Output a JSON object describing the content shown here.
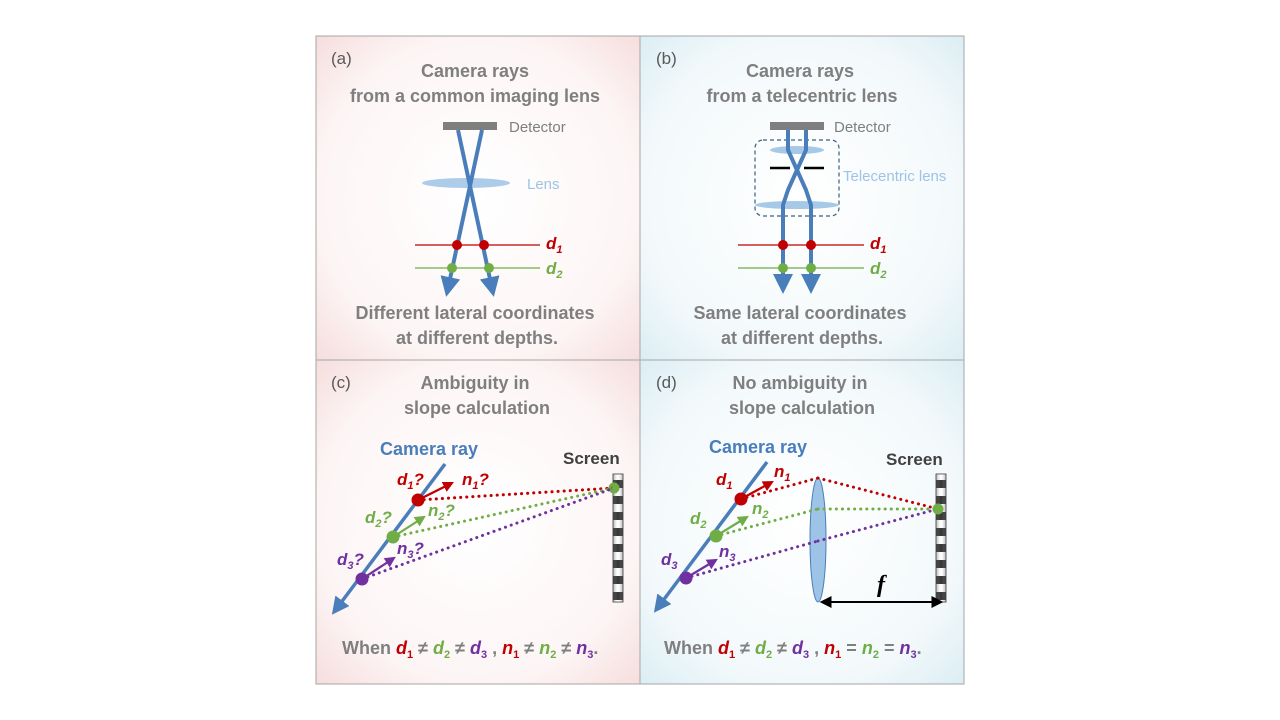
{
  "panels": {
    "a": {
      "letter": "(a)",
      "title_line1": "Camera rays",
      "title_line2": "from a common imaging lens",
      "detector_label": "Detector",
      "lens_label": "Lens",
      "d1": "d",
      "d1_sub": "1",
      "d2": "d",
      "d2_sub": "2",
      "caption_line1": "Different lateral coordinates",
      "caption_line2": "at different depths."
    },
    "b": {
      "letter": "(b)",
      "title_line1": "Camera rays",
      "title_line2": "from a telecentric lens",
      "detector_label": "Detector",
      "lens_label": "Telecentric lens",
      "d1": "d",
      "d1_sub": "1",
      "d2": "d",
      "d2_sub": "2",
      "caption_line1": "Same lateral coordinates",
      "caption_line2": "at different depths."
    },
    "c": {
      "letter": "(c)",
      "title_line1": "Ambiguity in",
      "title_line2": "slope calculation",
      "camera_ray": "Camera ray",
      "screen": "Screen",
      "d1": "d",
      "d1_sub": "1",
      "d1_q": "?",
      "d2": "d",
      "d2_sub": "2",
      "d2_q": "?",
      "d3": "d",
      "d3_sub": "3",
      "d3_q": "?",
      "n1": "n",
      "n1_sub": "1",
      "n1_q": "?",
      "n2": "n",
      "n2_sub": "2",
      "n2_q": "?",
      "n3": "n",
      "n3_sub": "3",
      "n3_q": "?",
      "caption": {
        "when": "When ",
        "d1": "d",
        "d1_sub": "1",
        "ne1": " ≠ ",
        "d2": "d",
        "d2_sub": "2",
        "ne2": " ≠ ",
        "d3": "d",
        "d3_sub": "3",
        "sep": " , ",
        "n1": "n",
        "n1_sub": "1",
        "op1": " ≠ ",
        "n2": "n",
        "n2_sub": "2",
        "op2": " ≠ ",
        "n3": "n",
        "n3_sub": "3",
        "end": "."
      }
    },
    "d": {
      "letter": "(d)",
      "title_line1": "No ambiguity in",
      "title_line2": "slope calculation",
      "camera_ray": "Camera ray",
      "screen": "Screen",
      "focal": "f",
      "d1": "d",
      "d1_sub": "1",
      "d2": "d",
      "d2_sub": "2",
      "d3": "d",
      "d3_sub": "3",
      "n1": "n",
      "n1_sub": "1",
      "n2": "n",
      "n2_sub": "2",
      "n3": "n",
      "n3_sub": "3",
      "caption": {
        "when": "When ",
        "d1": "d",
        "d1_sub": "1",
        "ne1": " ≠ ",
        "d2": "d",
        "d2_sub": "2",
        "ne2": " ≠ ",
        "d3": "d",
        "d3_sub": "3",
        "sep": " , ",
        "n1": "n",
        "n1_sub": "1",
        "op1": " = ",
        "n2": "n",
        "n2_sub": "2",
        "op2": " = ",
        "n3": "n",
        "n3_sub": "3",
        "end": "."
      }
    }
  },
  "colors": {
    "ray": "#4a7ebb",
    "d1_red": "#c00000",
    "d2_green": "#70ad47",
    "d3_purple": "#7030a0",
    "lens_blue": "#9dc3e6",
    "detector_gray": "#7f7f7f"
  }
}
